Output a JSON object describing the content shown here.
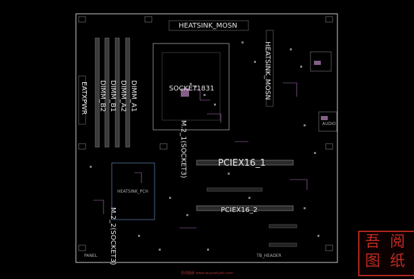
{
  "board": {
    "labels": {
      "heatsink_mosn_top": "HEATSINK_MOSN",
      "heatsink_mosn_side": "HEATSINK_MOSN",
      "socket": "SOCKET1831",
      "dimm_b2": "DIMM_B2",
      "dimm_b1": "DIMM_B1",
      "dimm_a2": "DIMM_A2",
      "dimm_a1": "DIMM_A1",
      "eatxpwr": "EATXPWR",
      "m2_1": "M.2_1(SOCKET3)",
      "m2_2": "M.2_2(SOCKET3)",
      "pciex16_1": "PCIEX16_1",
      "pciex16_2": "PCIEX16_2",
      "heatsink_pch": "HEATSINK_PCH",
      "panel": "PANEL",
      "tb_header": "TB_HEADER",
      "audio": "AUDIO"
    },
    "colors": {
      "board_outline": "#d0d0d0",
      "trace": "#c77dd8",
      "pad": "#8a8a8a",
      "seal_red": "#b3261e"
    }
  },
  "watermark": {
    "seal_chars": [
      "吾",
      "阅",
      "图",
      "纸"
    ],
    "url_text": "吾阅图纸 www.wuyuetuzhi.com"
  }
}
